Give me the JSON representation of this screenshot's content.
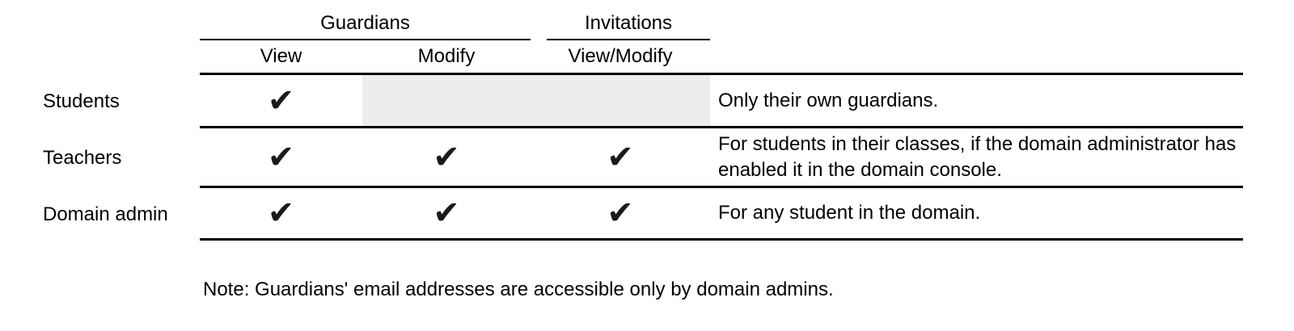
{
  "table": {
    "group_headers": [
      {
        "label": "Guardians"
      },
      {
        "label": "Invitations"
      }
    ],
    "sub_headers": [
      {
        "label": "View"
      },
      {
        "label": "Modify"
      },
      {
        "label": "View/Modify"
      }
    ],
    "check_glyph": "✔",
    "rows": [
      {
        "label": "Students",
        "view": true,
        "modify": false,
        "view_modify": false,
        "shaded": true,
        "note": "Only their own guardians."
      },
      {
        "label": "Teachers",
        "view": true,
        "modify": true,
        "view_modify": true,
        "shaded": false,
        "note": "For students in their classes, if the domain administrator has enabled it in the domain console."
      },
      {
        "label": "Domain admin",
        "view": true,
        "modify": true,
        "view_modify": true,
        "shaded": false,
        "note": "For any student in the domain."
      }
    ]
  },
  "footnote": "Note: Guardians' email addresses are accessible only by domain admins.",
  "colors": {
    "shade": "#ededed",
    "rule": "#000000",
    "text": "#000000"
  }
}
